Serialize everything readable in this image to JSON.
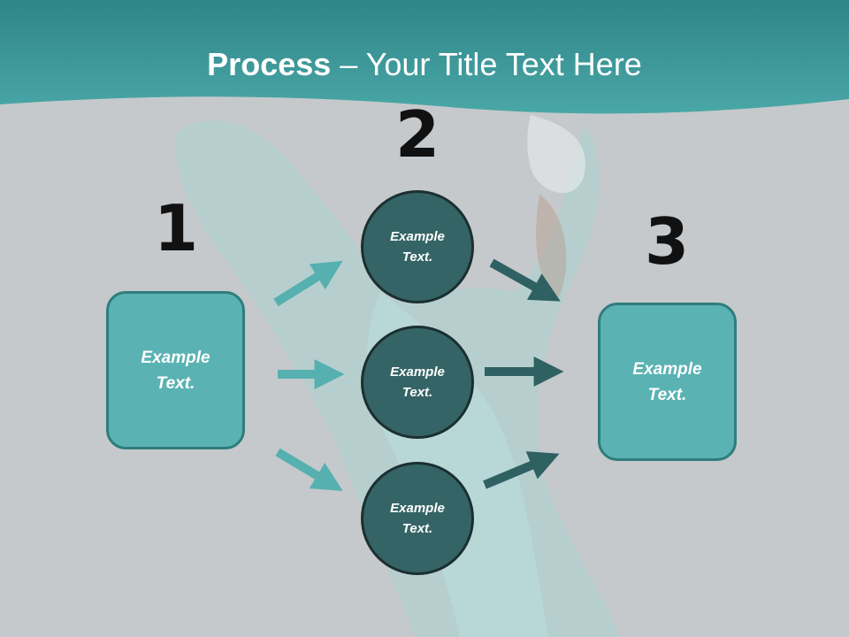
{
  "title": {
    "bold": "Process",
    "rest": " – Your Title Text Here"
  },
  "steps": [
    {
      "number": "1",
      "box_line1": "Example",
      "box_line2": "Text."
    },
    {
      "number": "2"
    },
    {
      "number": "3",
      "box_line1": "Example",
      "box_line2": "Text."
    }
  ],
  "circles": [
    {
      "line1": "Example",
      "line2": "Text."
    },
    {
      "line1": "Example",
      "line2": "Text."
    },
    {
      "line1": "Example",
      "line2": "Text."
    }
  ],
  "colors": {
    "banner": "#3f9c9d",
    "box_fill": "#5ab2b3",
    "circle_fill": "#356466",
    "arrow_light": "#56b0b0",
    "arrow_dark": "#2f6163"
  }
}
